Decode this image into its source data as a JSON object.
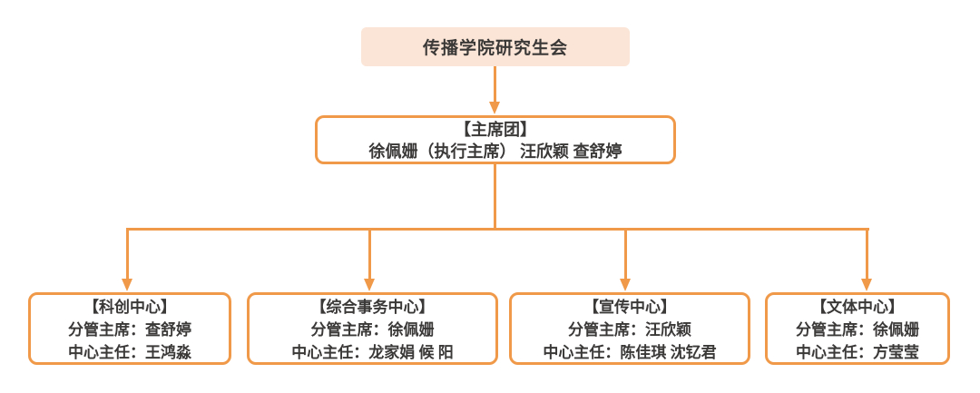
{
  "colors": {
    "accent": "#EF9949",
    "root_fill": "#FBE5D6",
    "text": "#3B3838",
    "background": "#FFFFFF"
  },
  "root": {
    "title": "传播学院研究生会"
  },
  "presidium": {
    "title": "【主席团】",
    "members": "徐佩姗（执行主席）  汪欣颖 查舒婷"
  },
  "departments": [
    {
      "title": "【科创中心】",
      "vice_chair": "分管主席：查舒婷",
      "director": "中心主任：王鸿淼"
    },
    {
      "title": "【综合事务中心】",
      "vice_chair": "分管主席：徐佩姗",
      "director": "中心主任：龙家娟 候 阳"
    },
    {
      "title": "【宣传中心】",
      "vice_chair": "分管主席：汪欣颖",
      "director": "中心主任：陈佳琪 沈钇君"
    },
    {
      "title": "【文体中心】",
      "vice_chair": "分管主席：徐佩姗",
      "director": "中心主任：方莹莹"
    }
  ]
}
